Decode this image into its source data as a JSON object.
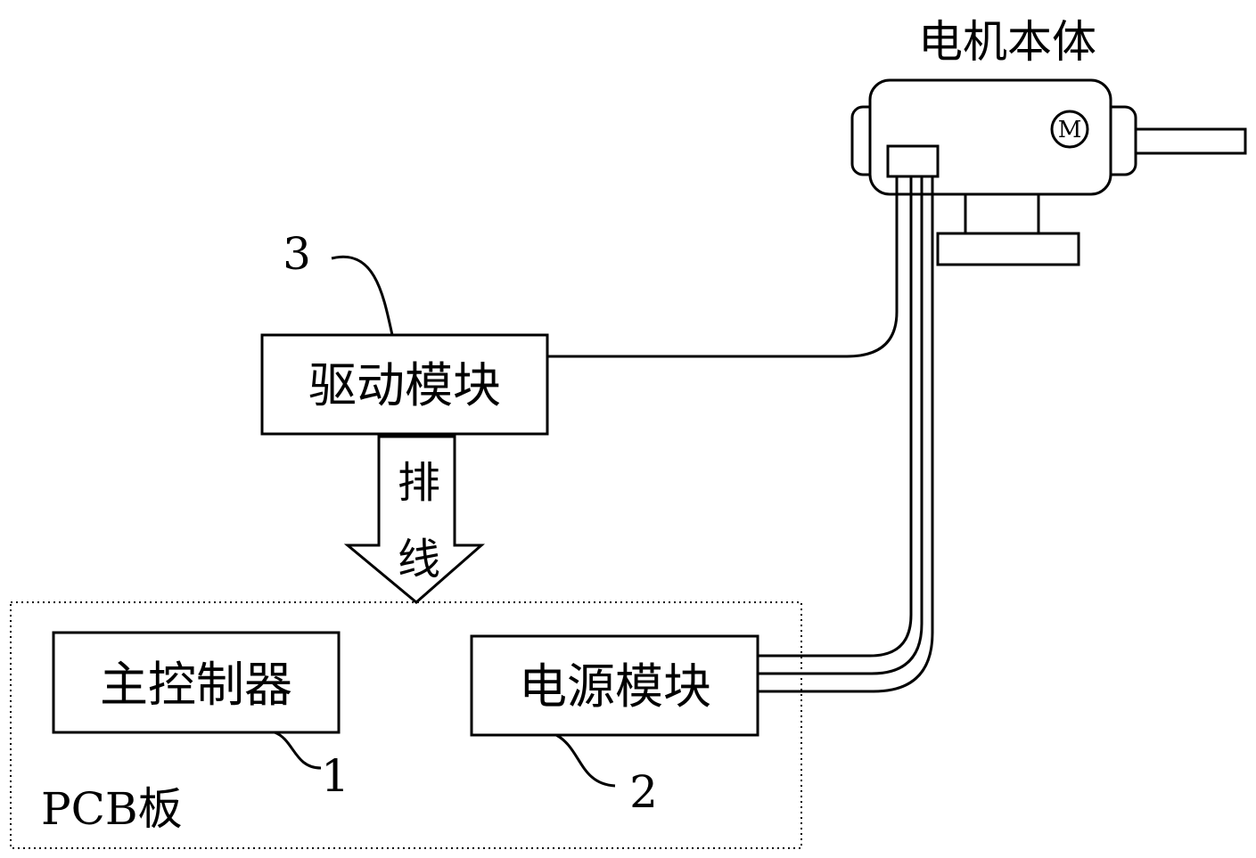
{
  "motor": {
    "title": "电机本体",
    "symbol": "M"
  },
  "drive_module": {
    "label": "驱动模块",
    "number": "3"
  },
  "ribbon_cable": {
    "char1": "排",
    "char2": "线"
  },
  "pcb": {
    "label": "PCB板",
    "main_controller": {
      "label": "主控制器",
      "number": "1"
    },
    "power_module": {
      "label": "电源模块",
      "number": "2"
    }
  },
  "colors": {
    "stroke": "#000000",
    "background": "#ffffff"
  }
}
